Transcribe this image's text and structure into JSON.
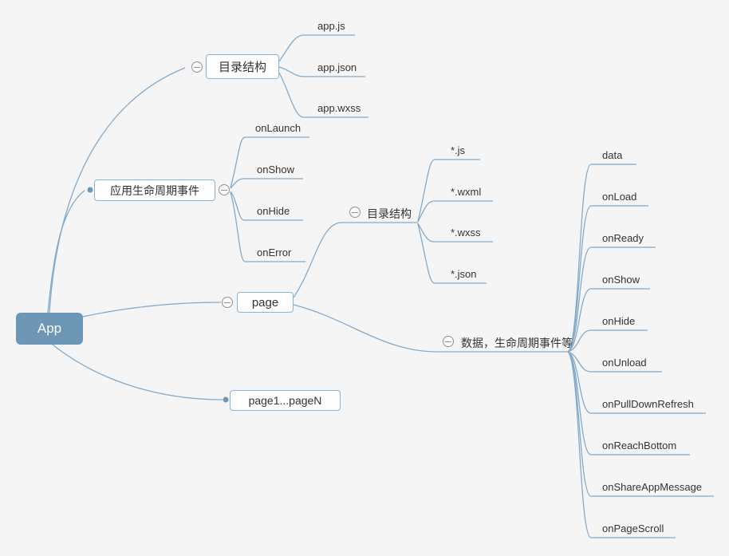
{
  "colors": {
    "background": "#f5f5f6",
    "edge": "#83aac9",
    "node_border": "#8cb3d3",
    "root_fill": "#6e96b5",
    "text": "#333333",
    "root_text": "#fafcfd",
    "collapse_icon": "#8f9396"
  },
  "icons": {
    "collapse": "minus-circle-icon",
    "connector": "dot"
  },
  "map": {
    "root": {
      "label": "App"
    },
    "dir_top": {
      "label": "目录结构",
      "children": [
        "app.js",
        "app.json",
        "app.wxss"
      ]
    },
    "lifecycle": {
      "label": "应用生命周期事件",
      "children": [
        "onLaunch",
        "onShow",
        "onHide",
        "onError"
      ]
    },
    "page": {
      "label": "page",
      "dir": {
        "label": "目录结构",
        "children": [
          "*.js",
          "*.wxml",
          "*.wxss",
          "*.json"
        ]
      },
      "data": {
        "label": "数据，生命周期事件等",
        "children": [
          "data",
          "onLoad",
          "onReady",
          "onShow",
          "onHide",
          "onUnload",
          "onPullDownRefresh",
          "onReachBottom",
          "onShareAppMessage",
          "onPageScroll"
        ]
      }
    },
    "pages": {
      "label": "page1...pageN"
    }
  }
}
